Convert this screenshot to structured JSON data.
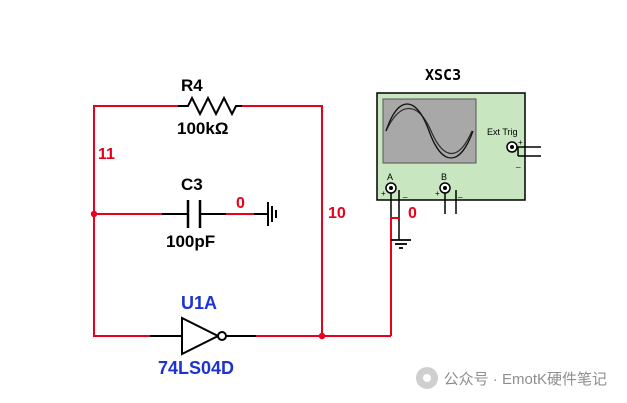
{
  "components": {
    "r4": {
      "ref": "R4",
      "value": "100kΩ"
    },
    "c3": {
      "ref": "C3",
      "value": "100pF"
    },
    "u1a": {
      "ref": "U1A",
      "part": "74LS04D"
    },
    "scope": {
      "ref": "XSC3",
      "ext_trig": "Ext Trig",
      "channel_a": "A",
      "channel_b": "B",
      "plus": "+",
      "minus": "_"
    }
  },
  "nets": {
    "n11": "11",
    "n0_cap": "0",
    "n10": "10",
    "n0_scope": "0"
  },
  "watermark": {
    "text": "公众号 · EmotK硬件笔记"
  },
  "colors": {
    "wire": "#e8001c",
    "net_label": "#e8001c",
    "ic_label": "#1e32d2",
    "component": "#000000",
    "scope_body": "#c8e6c0",
    "scope_screen": "#a8a8a8"
  }
}
